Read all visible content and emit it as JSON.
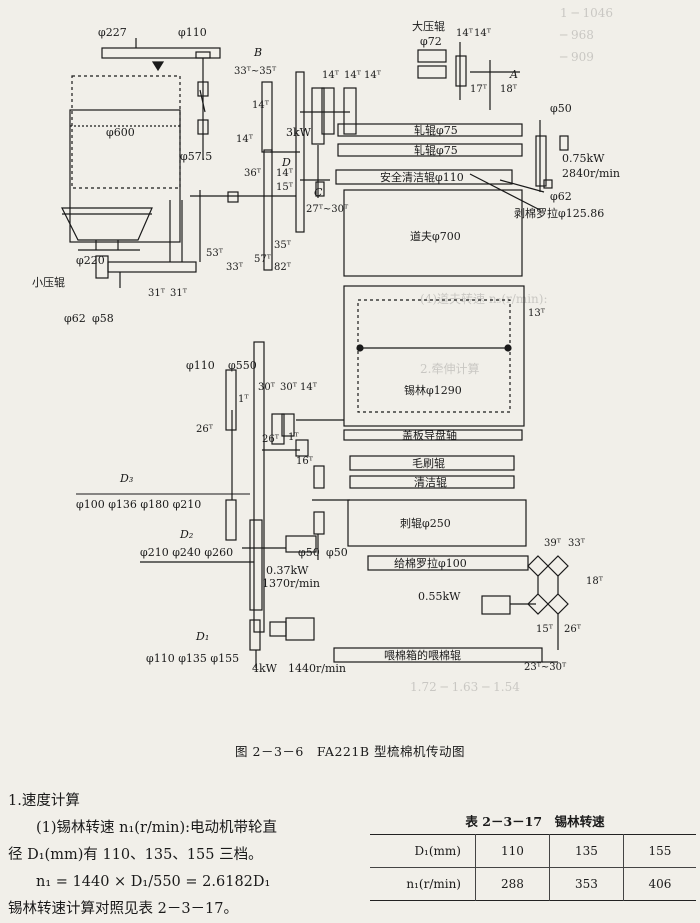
{
  "figure_caption": "图 2－3－6　FA221B 型梳棉机传动图",
  "section_heading": "1.速度计算",
  "para": {
    "l1": "(1)锡林转速 n₁(r/min):电动机带轮直",
    "l2": "径 D₁(mm)有 110、135、155 三档。",
    "formula": "n₁ = 1440 × D₁/550 = 2.6182D₁",
    "l4": "锡林转速计算对照见表 2－3－17。"
  },
  "table": {
    "title": "表 2－3－17　锡林转速",
    "row1_label": "D₁(mm)",
    "row1": [
      "110",
      "135",
      "155"
    ],
    "row2_label": "n₁(r/min)",
    "row2": [
      "288",
      "353",
      "406"
    ]
  },
  "diagram": {
    "phi227": "φ227",
    "phi110a": "φ110",
    "B": "B",
    "t33_35": "33ᵀ~35ᵀ",
    "dayaluo": "大压辊",
    "phi72": "φ72",
    "t14a": "14ᵀ",
    "t14b": "14ᵀ",
    "A": "A",
    "t17": "17ᵀ",
    "t18a": "18ᵀ",
    "t14c": "14ᵀ",
    "t14d": "14ᵀ",
    "t14e": "14ᵀ",
    "t14f": "14ᵀ",
    "phi600": "φ600",
    "t14g": "14ᵀ",
    "motor3": "3kW",
    "zhagun1": "轧辊φ75",
    "zhagun2": "轧辊φ75",
    "phi50a": "φ50",
    "m075": "0.75kW",
    "r2840": "2840r/min",
    "phi57": "φ57.5",
    "D": "D",
    "t36": "36ᵀ",
    "t14h": "14ᵀ",
    "t15": "15ᵀ",
    "anquan": "安全清洁辊φ110",
    "C": "C",
    "t27_30": "27ᵀ~30ᵀ",
    "phi62a": "φ62",
    "bomian": "剥棉罗拉φ125.86",
    "t53": "53ᵀ",
    "t33": "33ᵀ",
    "t57": "57ᵀ",
    "t35": "35ᵀ",
    "t82": "82ᵀ",
    "daofu": "道夫φ700",
    "phi220": "φ220",
    "xiaoyagun": "小压辊",
    "t31a": "31ᵀ",
    "t31b": "31ᵀ",
    "phi62b": "φ62",
    "phi58": "φ58",
    "t13": "13ᵀ",
    "phi110b": "φ110",
    "phi550": "φ550",
    "t30a": "30ᵀ",
    "t30b": "30ᵀ",
    "t14i": "14ᵀ",
    "xilin": "锡林φ1290",
    "t1a": "1ᵀ",
    "gaiban": "盖板导盘轴",
    "t26a": "26ᵀ",
    "t26b": "26ᵀ",
    "t1b": "1ᵀ",
    "maoshua": "毛刷辊",
    "t16": "16ᵀ",
    "qingjie": "清洁辊",
    "D3": "D₃",
    "d3vals": "φ100  φ136  φ180  φ210",
    "D2": "D₂",
    "d2vals": "φ210  φ240  φ260",
    "m037": "0.37kW",
    "r1370": "1370r/min",
    "phi50b": "φ50",
    "phi50c": "φ50",
    "cigun": "刺辊φ250",
    "t39": "39ᵀ",
    "t33b": "33ᵀ",
    "geimian": "给棉罗拉φ100",
    "m055": "0.55kW",
    "t18b": "18ᵀ",
    "t15b": "15ᵀ",
    "t26c": "26ᵀ",
    "D1": "D₁",
    "d1vals": "φ110  φ135  φ155",
    "m4": "4kW",
    "r1440": "1440r/min",
    "weimian": "喂棉箱的喂棉辊",
    "t23_30": "23ᵀ~30ᵀ"
  }
}
